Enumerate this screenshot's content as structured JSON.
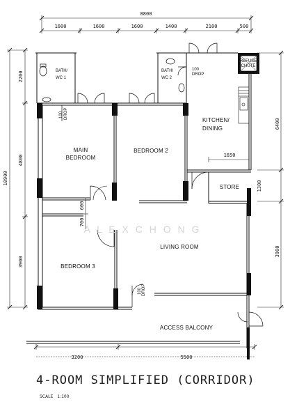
{
  "dimensions": {
    "overall_width": "8800",
    "top": [
      "1600",
      "1600",
      "1600",
      "1400",
      "2100",
      "500"
    ],
    "left_outer": "10900",
    "left_inner": [
      "2200",
      "4800",
      "3900"
    ],
    "left_small": [
      "600",
      "700"
    ],
    "right": [
      "6400",
      "1300",
      "3900"
    ],
    "store_width": "1650",
    "bottom": [
      "3200",
      "5500"
    ]
  },
  "rooms": {
    "bath_wc_1": [
      "BATH/",
      "WC 1"
    ],
    "bath_wc_2": [
      "BATH/",
      "WC 2"
    ],
    "kitchen": [
      "KITCHEN/",
      "DINING"
    ],
    "main_bedroom": [
      "MAIN",
      "BEDROOM"
    ],
    "bedroom_2": "BEDROOM 2",
    "bedroom_3": "BEDROOM 3",
    "store": "STORE",
    "living_room": "LIVING ROOM",
    "access_balcony": "ACCESS BALCONY"
  },
  "labels": {
    "refuse_chute": [
      "REFUSE",
      "CHUTE"
    ],
    "drop_100": [
      "100",
      "DROP"
    ],
    "drop_100_short": [
      "100",
      "DROP"
    ]
  },
  "watermark": "A L E X   C H O N G",
  "caption": {
    "title": "4-ROOM SIMPLIFIED (CORRIDOR)",
    "scale_label": "SCALE",
    "scale_value": "1:100"
  }
}
